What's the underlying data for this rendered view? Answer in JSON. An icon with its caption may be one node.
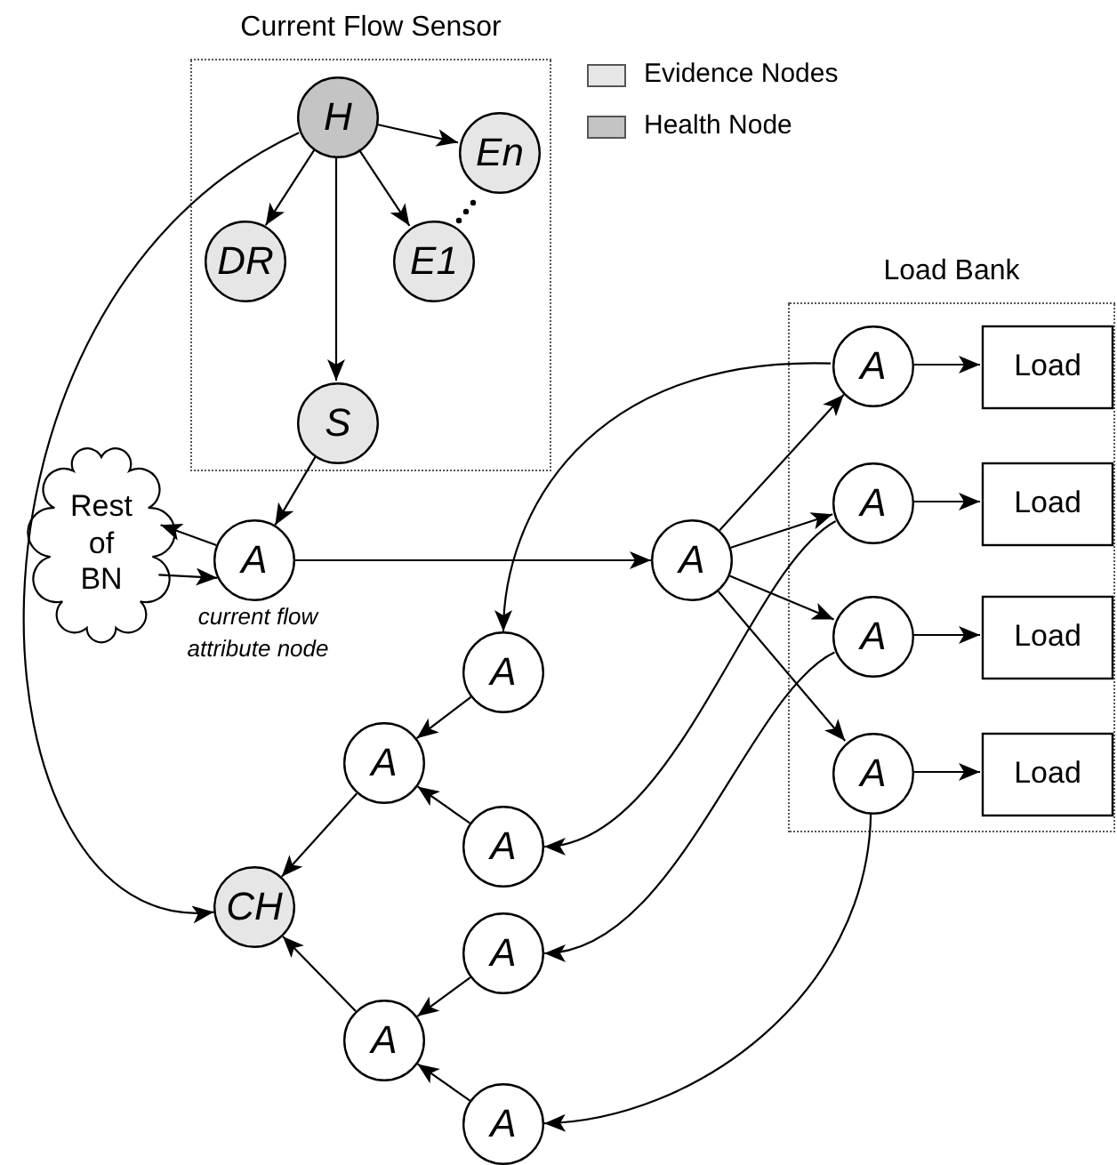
{
  "diagram": {
    "nodes": [
      {
        "text": [
          "Current Flow Sensor"
        ]
      },
      {
        "text": [
          "H"
        ],
        "in": 0
      },
      {
        "text": [
          "En"
        ],
        "in": 0
      },
      {
        "text": [
          "DR"
        ],
        "in": 0
      },
      {
        "text": [
          "E1"
        ],
        "in": 0
      },
      {
        "text": [
          "S"
        ],
        "in": 0
      },
      {
        "text": [
          "Rest of BN"
        ]
      },
      {
        "text": [
          "A"
        ],
        "beside": [
          "current flow attribute node"
        ]
      },
      {
        "text": [
          "A"
        ]
      },
      {
        "text": [
          "Load Bank"
        ]
      },
      {
        "text": [
          "A"
        ],
        "in": 9
      },
      {
        "text": [
          "Load"
        ],
        "in": 9
      },
      {
        "text": [
          "A"
        ],
        "in": 9
      },
      {
        "text": [
          "Load"
        ],
        "in": 9
      },
      {
        "text": [
          "A"
        ],
        "in": 9
      },
      {
        "text": [
          "Load"
        ],
        "in": 9
      },
      {
        "text": [
          "A"
        ],
        "in": 9
      },
      {
        "text": [
          "Load"
        ],
        "in": 9
      },
      {
        "text": [
          "A"
        ]
      },
      {
        "text": [
          "A"
        ]
      },
      {
        "text": [
          "A"
        ]
      },
      {
        "text": [
          "CH"
        ]
      },
      {
        "text": [
          "A"
        ]
      },
      {
        "text": [
          "A"
        ]
      },
      {
        "text": [
          "A"
        ]
      }
    ],
    "edges": [
      {
        "from": 1,
        "to": 2,
        "arrow": "to"
      },
      {
        "from": 1,
        "to": 3,
        "arrow": "to"
      },
      {
        "from": 1,
        "to": 4,
        "arrow": "to"
      },
      {
        "from": 1,
        "to": 5,
        "arrow": "to"
      },
      {
        "from": 1,
        "to": 21,
        "arrow": "to"
      },
      {
        "from": 5,
        "to": 7,
        "arrow": "to"
      },
      {
        "from": 7,
        "to": 6,
        "arrow": "to"
      },
      {
        "from": 6,
        "to": 7,
        "arrow": "to"
      },
      {
        "from": 7,
        "to": 8,
        "arrow": "to"
      },
      {
        "from": 8,
        "to": 10,
        "arrow": "to"
      },
      {
        "from": 8,
        "to": 12,
        "arrow": "to"
      },
      {
        "from": 8,
        "to": 14,
        "arrow": "to"
      },
      {
        "from": 8,
        "to": 16,
        "arrow": "to"
      },
      {
        "from": 10,
        "to": 11,
        "arrow": "to"
      },
      {
        "from": 12,
        "to": 13,
        "arrow": "to"
      },
      {
        "from": 14,
        "to": 15,
        "arrow": "to"
      },
      {
        "from": 16,
        "to": 17,
        "arrow": "to"
      },
      {
        "from": 10,
        "to": 18,
        "arrow": "to"
      },
      {
        "from": 12,
        "to": 20,
        "arrow": "to"
      },
      {
        "from": 14,
        "to": 22,
        "arrow": "to"
      },
      {
        "from": 16,
        "to": 24,
        "arrow": "to"
      },
      {
        "from": 18,
        "to": 19,
        "arrow": "to"
      },
      {
        "from": 20,
        "to": 19,
        "arrow": "to"
      },
      {
        "from": 19,
        "to": 21,
        "arrow": "to"
      },
      {
        "from": 22,
        "to": 23,
        "arrow": "to"
      },
      {
        "from": 24,
        "to": 23,
        "arrow": "to"
      },
      {
        "from": 23,
        "to": 21,
        "arrow": "to"
      }
    ],
    "legend": [
      {
        "text": "Evidence Nodes",
        "color": "#e6e6e6"
      },
      {
        "text": "Health Node",
        "color": "#c4c4c4"
      }
    ]
  }
}
